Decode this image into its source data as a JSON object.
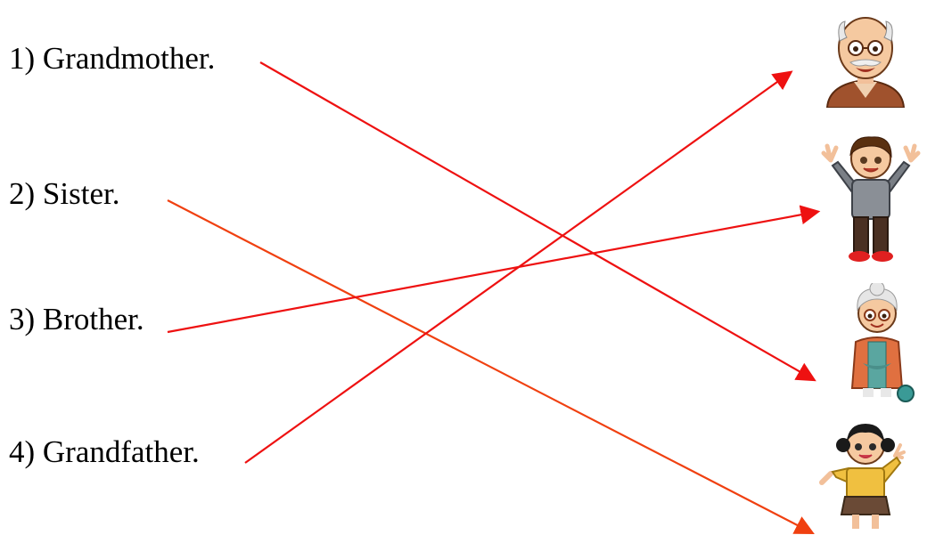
{
  "items": [
    {
      "label": "1) Grandmother."
    },
    {
      "label": "2) Sister."
    },
    {
      "label": "3) Brother."
    },
    {
      "label": "4) Grandfather."
    }
  ],
  "pictures": [
    {
      "name": "grandfather-picture"
    },
    {
      "name": "boy-picture"
    },
    {
      "name": "grandmother-picture"
    },
    {
      "name": "girl-picture"
    }
  ],
  "colors": {
    "line_red": "#ee1111",
    "line_orange": "#f04010",
    "text": "#000000"
  }
}
